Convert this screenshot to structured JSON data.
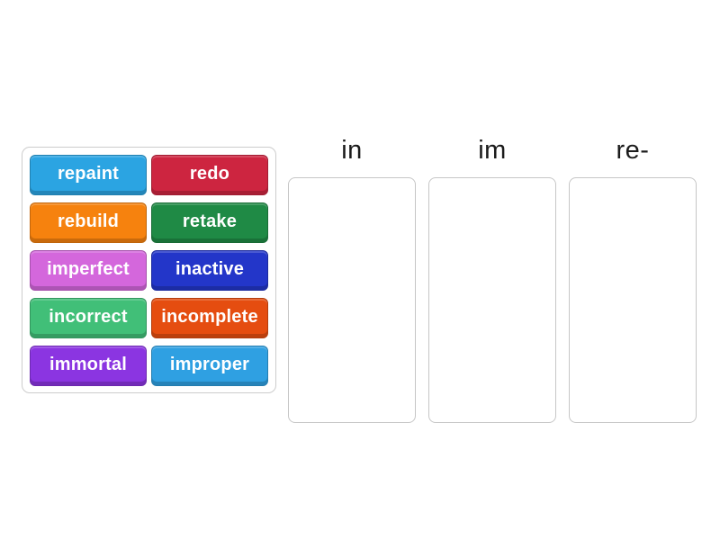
{
  "activity": {
    "type": "group-sort",
    "categories": [
      {
        "id": "in",
        "label": "in"
      },
      {
        "id": "im",
        "label": "im"
      },
      {
        "id": "re",
        "label": "re-"
      }
    ],
    "tiles": [
      {
        "label": "repaint",
        "color": "#2BA4E2"
      },
      {
        "label": "redo",
        "color": "#CD2540"
      },
      {
        "label": "rebuild",
        "color": "#F6820E"
      },
      {
        "label": "retake",
        "color": "#1F8A45"
      },
      {
        "label": "imperfect",
        "color": "#D467DC"
      },
      {
        "label": "inactive",
        "color": "#2336C9"
      },
      {
        "label": "incorrect",
        "color": "#41BF78"
      },
      {
        "label": "incomplete",
        "color": "#E54D10"
      },
      {
        "label": "immortal",
        "color": "#8B35E1"
      },
      {
        "label": "improper",
        "color": "#2FA0E2"
      }
    ],
    "colors": {
      "background": "#ffffff",
      "panel_border": "#cccccc",
      "dropzone_border": "#c6c6c6",
      "tile_text": "#ffffff",
      "category_text": "#1b1b1b"
    }
  }
}
